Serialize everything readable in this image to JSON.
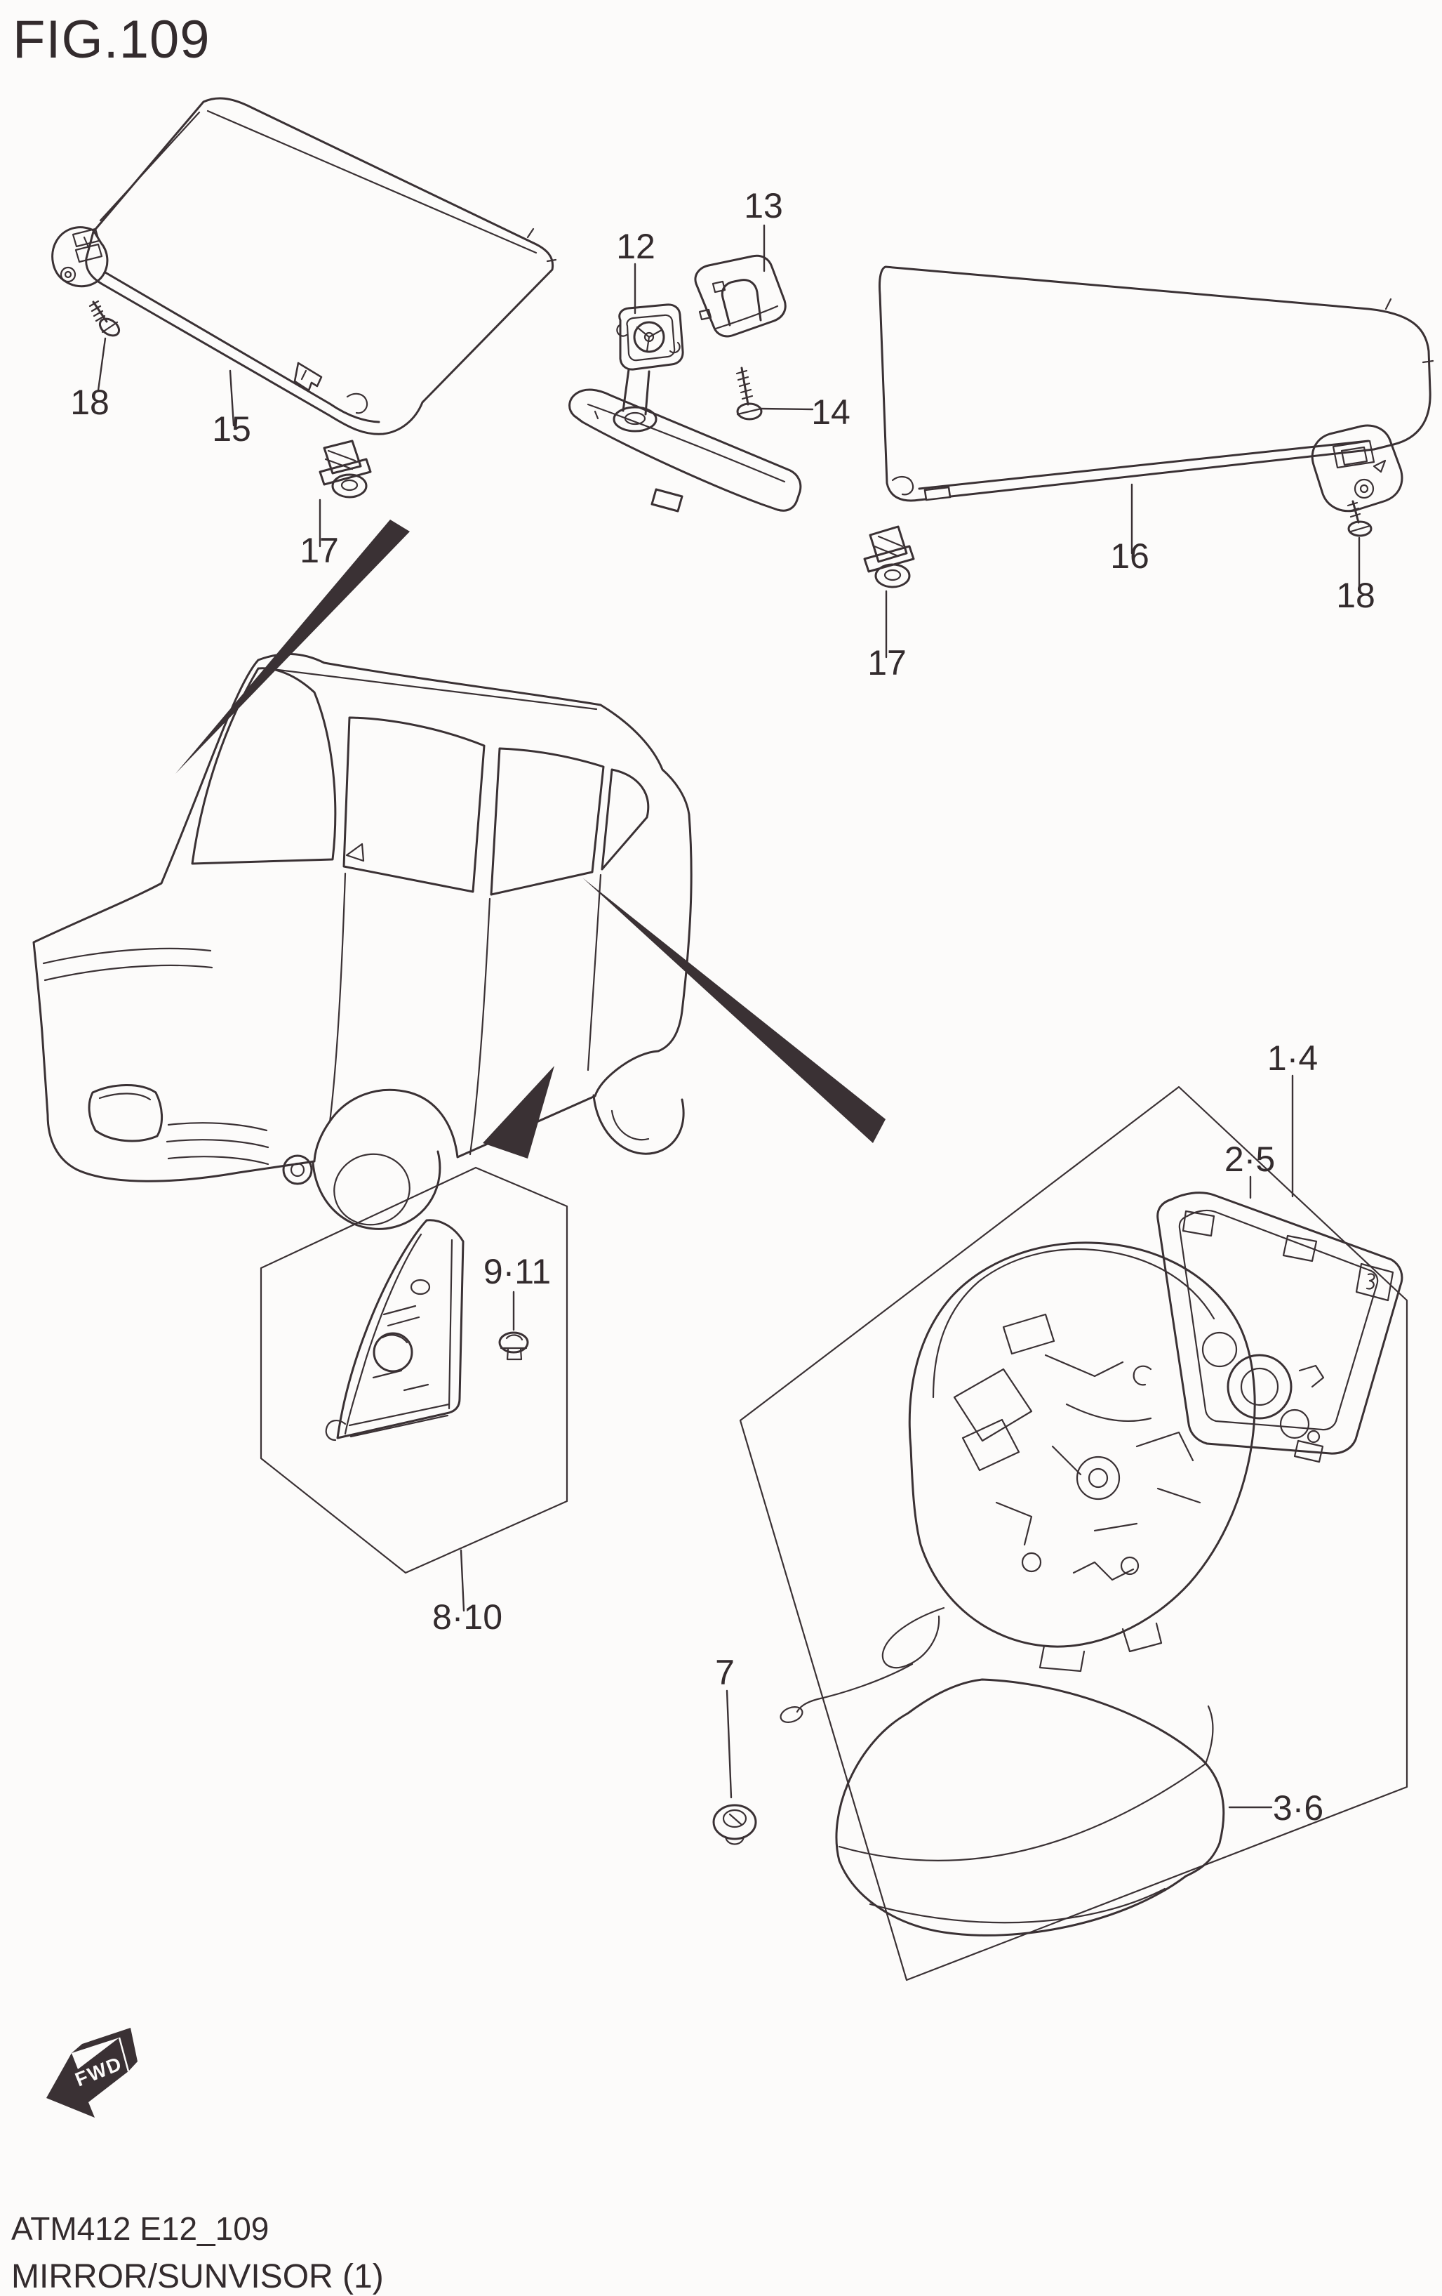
{
  "figure": {
    "title": "FIG.109",
    "footer_code": "ATM412 E12_109",
    "footer_name": "MIRROR/SUNVISOR (1)"
  },
  "direction_badge": {
    "label": "FWD"
  },
  "colors": {
    "line": "#3a3134",
    "background": "#fcfbfa",
    "label_text": "#332b2d"
  },
  "callouts": {
    "sunvisor_left": "15",
    "sunvisor_left_screw": "18",
    "sunvisor_left_clip": "17",
    "mirror_inner_base": "12",
    "mirror_inner_cover": "13",
    "mirror_inner_screw": "14",
    "sunvisor_right": "16",
    "sunvisor_right_clip": "17",
    "sunvisor_right_screw": "18",
    "door_mirror_assembly": "1·4",
    "door_mirror_glass": "2·5",
    "door_mirror_cap": "3·6",
    "door_mirror_grommet": "7",
    "corner_garnish": "8·10",
    "corner_garnish_grommet": "9·11"
  }
}
